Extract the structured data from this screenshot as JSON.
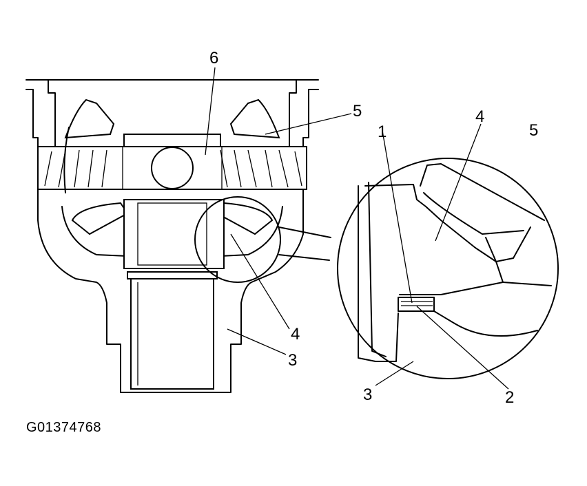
{
  "figure_id": "G01374768",
  "callouts": {
    "main_6": "6",
    "main_5": "5",
    "main_4": "4",
    "main_3": "3",
    "detail_1": "1",
    "detail_4": "4",
    "detail_5": "5",
    "detail_2": "2",
    "detail_3": "3"
  },
  "colors": {
    "line": "#000000",
    "background": "#ffffff"
  }
}
